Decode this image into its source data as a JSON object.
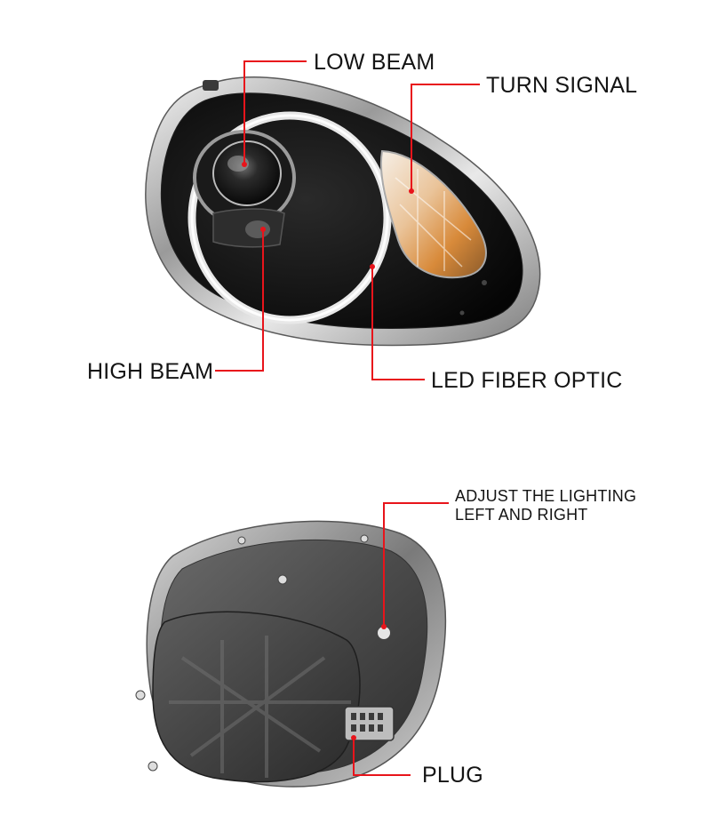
{
  "callouts": {
    "low_beam": "LOW BEAM",
    "turn_signal": "TURN SIGNAL",
    "high_beam": "HIGH BEAM",
    "led_fiber_optic": "LED FIBER OPTIC",
    "adjust_line1": "ADJUST THE LIGHTING",
    "adjust_line2": "LEFT AND RIGHT",
    "plug": "PLUG"
  },
  "colors": {
    "callout_line": "#e8141b",
    "label_text": "#141414",
    "background": "#ffffff"
  },
  "images": {
    "front": "headlight-front-view",
    "rear": "headlight-rear-view"
  }
}
